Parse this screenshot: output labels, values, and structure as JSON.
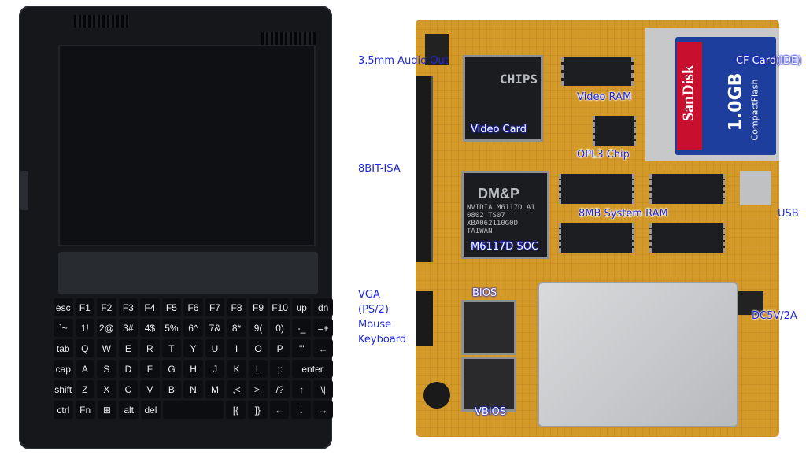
{
  "keyboard": {
    "rows": [
      [
        "esc",
        "F1",
        "F2",
        "F3",
        "F4",
        "F5",
        "F6",
        "F7",
        "F8",
        "F9",
        "F10",
        "up",
        "dn"
      ],
      [
        "`~",
        "1!",
        "2@",
        "3#",
        "4$",
        "5%",
        "6^",
        "7&",
        "8*",
        "9(",
        "0)",
        "-_",
        "=+"
      ],
      [
        "tab",
        "Q",
        "W",
        "E",
        "R",
        "T",
        "Y",
        "U",
        "I",
        "O",
        "P",
        "'\"",
        "←"
      ],
      [
        "cap",
        "A",
        "S",
        "D",
        "F",
        "G",
        "H",
        "J",
        "K",
        "L",
        ";:",
        "enter"
      ],
      [
        "shift",
        "Z",
        "X",
        "C",
        "V",
        "B",
        "N",
        "M",
        ",<",
        ">.",
        "/?",
        "↑",
        "\\|"
      ],
      [
        "ctrl",
        "Fn",
        "⊞",
        "alt",
        "del",
        "",
        "[{",
        "]}",
        "←",
        "↓",
        "→"
      ]
    ]
  },
  "chips": {
    "video": "CHIPS",
    "soc": [
      "DM&P",
      "NVIDIA M6117D A1",
      "0802      TS07",
      "XBA062110G0D",
      "TAIWAN"
    ],
    "cf": {
      "brand": "SanDisk",
      "capacity": "1.0GB",
      "type": "CompactFlash"
    }
  },
  "labels": {
    "audio": "3.5mm Audio Out",
    "isa": "8BIT-ISA",
    "vga": "VGA",
    "ps2": "(PS/2)",
    "mouse": "Mouse",
    "keyboard": "Keyboard",
    "video_card": "Video Card",
    "video_ram": "Video RAM",
    "opl3": "OPL3 Chip",
    "ram": "8MB System RAM",
    "soc": "M6117D SOC",
    "bios": "BIOS",
    "vbios": "VBIOS",
    "cf": "CF Card(IDE)",
    "usb": "USB",
    "dc": "DC5V/2A"
  },
  "colors": {
    "label": "#1f28d8",
    "board": "#d39a2a",
    "device": "#15171b"
  }
}
